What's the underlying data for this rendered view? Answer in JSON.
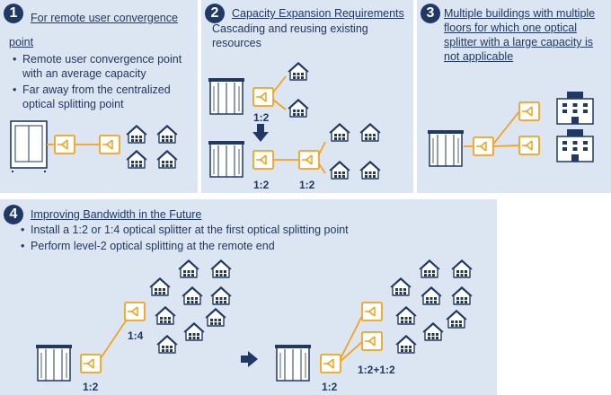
{
  "panel1": {
    "number": "1",
    "title": "For remote user convergence point",
    "bullets": [
      "Remote user convergence point with an average capacity",
      "Far away from the centralized optical splitting point"
    ]
  },
  "panel2": {
    "number": "2",
    "title": "Capacity Expansion Requirements",
    "subtitle": "Cascading and reusing existing resources",
    "ratio_top": "1:2",
    "ratio_bottom_left": "1:2",
    "ratio_bottom_right": "1:2"
  },
  "panel3": {
    "number": "3",
    "title": "Multiple buildings with multiple floors for which one optical splitter with a large capacity is not applicable"
  },
  "panel4": {
    "number": "4",
    "title": "Improving Bandwidth in the Future",
    "bullets": [
      "Install a 1:2 or 1:4 optical splitter at the first optical splitting point",
      "Perform level-2 optical splitting at the remote end"
    ],
    "ratio_left_top": "1:4",
    "ratio_left_bottom": "1:2",
    "ratio_right_top": "1:2+1:2",
    "ratio_right_bottom": "1:2"
  },
  "colors": {
    "panel_bg": "#dce6f2",
    "dark_blue": "#1f3864",
    "accent_orange": "#f5a21d"
  },
  "icons": [
    "cabinet-icon",
    "optical-splitter-icon",
    "house-icon",
    "building-icon",
    "arrow-down-icon",
    "arrow-right-icon"
  ]
}
